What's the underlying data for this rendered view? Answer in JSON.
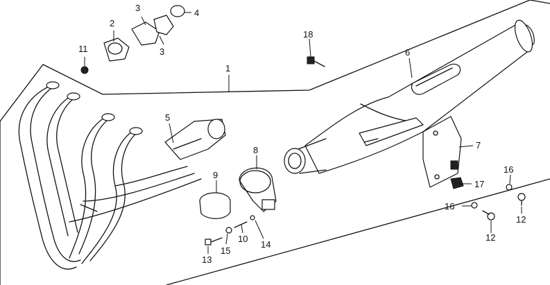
{
  "labels": {
    "p1": "1",
    "p2": "2",
    "p3a": "3",
    "p3b": "3",
    "p4": "4",
    "p5": "5",
    "p6": "6",
    "p7": "7",
    "p8": "8",
    "p9": "9",
    "p10": "10",
    "p11": "11",
    "p12a": "12",
    "p12b": "12",
    "p13": "13",
    "p14": "14",
    "p15": "15",
    "p16a": "16",
    "p16b": "16",
    "p17": "17",
    "p18": "18"
  },
  "line_color": "#111111",
  "background": "#ffffff"
}
